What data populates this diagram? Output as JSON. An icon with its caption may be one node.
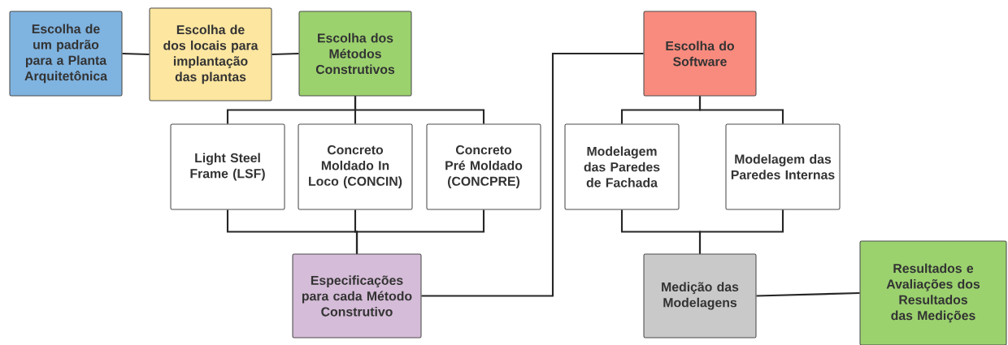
{
  "diagram": {
    "nodes": [
      {
        "text": [
          "Escolha de um padrão para a Planta Arquitetônica"
        ]
      },
      {
        "text": [
          "Escolha de dos locais para implantação das plantas"
        ]
      },
      {
        "text": [
          "Escolha dos Métodos Construtivos"
        ]
      },
      {
        "text": [
          "Light Steel Frame (LSF)"
        ]
      },
      {
        "text": [
          "Concreto Moldado In Loco (CONCIN)"
        ]
      },
      {
        "text": [
          "Concreto Pré Moldado (CONCPRE)"
        ]
      },
      {
        "text": [
          "Especificações para cada Método Construtivo"
        ]
      },
      {
        "text": [
          "Escolha do Software"
        ]
      },
      {
        "text": [
          "Modelagem das Paredes de Fachada"
        ]
      },
      {
        "text": [
          "Modelagem das Paredes Internas"
        ]
      },
      {
        "text": [
          "Medição das Modelagens"
        ]
      },
      {
        "text": [
          "Resultados e Avaliações dos Resultados das Medições"
        ]
      }
    ],
    "edges": [
      {
        "from": 0,
        "to": 1,
        "arrow": "none"
      },
      {
        "from": 1,
        "to": 2,
        "arrow": "none"
      },
      {
        "from": 2,
        "to": 3,
        "arrow": "none"
      },
      {
        "from": 2,
        "to": 4,
        "arrow": "none"
      },
      {
        "from": 2,
        "to": 5,
        "arrow": "none"
      },
      {
        "from": 3,
        "to": 6,
        "arrow": "none"
      },
      {
        "from": 4,
        "to": 6,
        "arrow": "none"
      },
      {
        "from": 5,
        "to": 6,
        "arrow": "none"
      },
      {
        "from": 6,
        "to": 7,
        "arrow": "none"
      },
      {
        "from": 7,
        "to": 8,
        "arrow": "none"
      },
      {
        "from": 7,
        "to": 9,
        "arrow": "none"
      },
      {
        "from": 8,
        "to": 10,
        "arrow": "none"
      },
      {
        "from": 9,
        "to": 10,
        "arrow": "none"
      },
      {
        "from": 10,
        "to": 11,
        "arrow": "none"
      }
    ]
  }
}
